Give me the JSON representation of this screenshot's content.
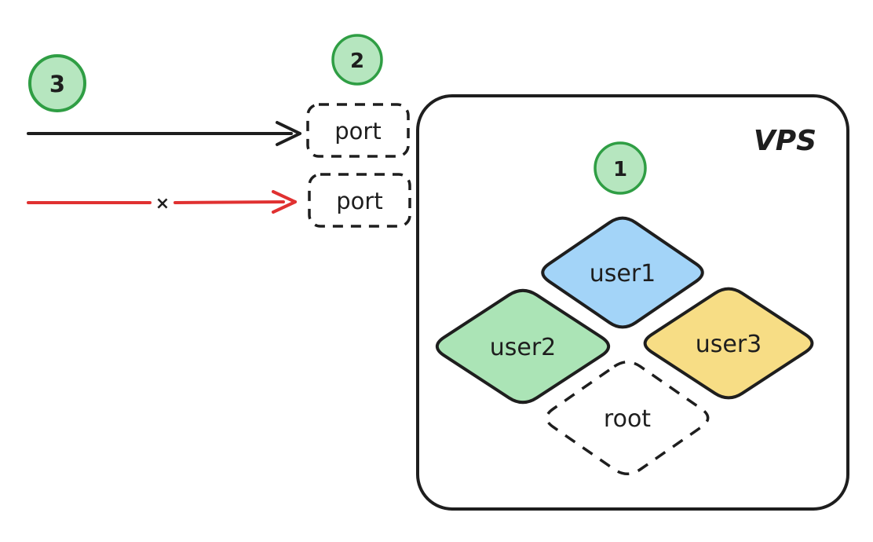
{
  "diagram": {
    "type": "hand-drawn architecture sketch",
    "vps": {
      "label": "VPS"
    },
    "badges": [
      {
        "id": "1",
        "label": "1"
      },
      {
        "id": "2",
        "label": "2"
      },
      {
        "id": "3",
        "label": "3"
      }
    ],
    "ports": [
      {
        "label": "port"
      },
      {
        "label": "port"
      }
    ],
    "users": [
      {
        "id": "user1",
        "label": "user1",
        "fill": "#a3d4f8"
      },
      {
        "id": "user2",
        "label": "user2",
        "fill": "#abe4b6"
      },
      {
        "id": "user3",
        "label": "user3",
        "fill": "#f7dd85"
      },
      {
        "id": "root",
        "label": "root",
        "fill": "#ffffff",
        "border_style": "dashed"
      }
    ],
    "arrows": [
      {
        "name": "allowed-traffic",
        "color": "#1e1e1e"
      },
      {
        "name": "blocked-traffic",
        "color": "#e03131",
        "marker": "×"
      }
    ],
    "colors": {
      "stroke": "#1e1e1e",
      "badge_fill": "#b6e6bf",
      "badge_stroke": "#2f9e44",
      "badge_text": "#2b8a3e",
      "blocked_red": "#e03131"
    }
  }
}
